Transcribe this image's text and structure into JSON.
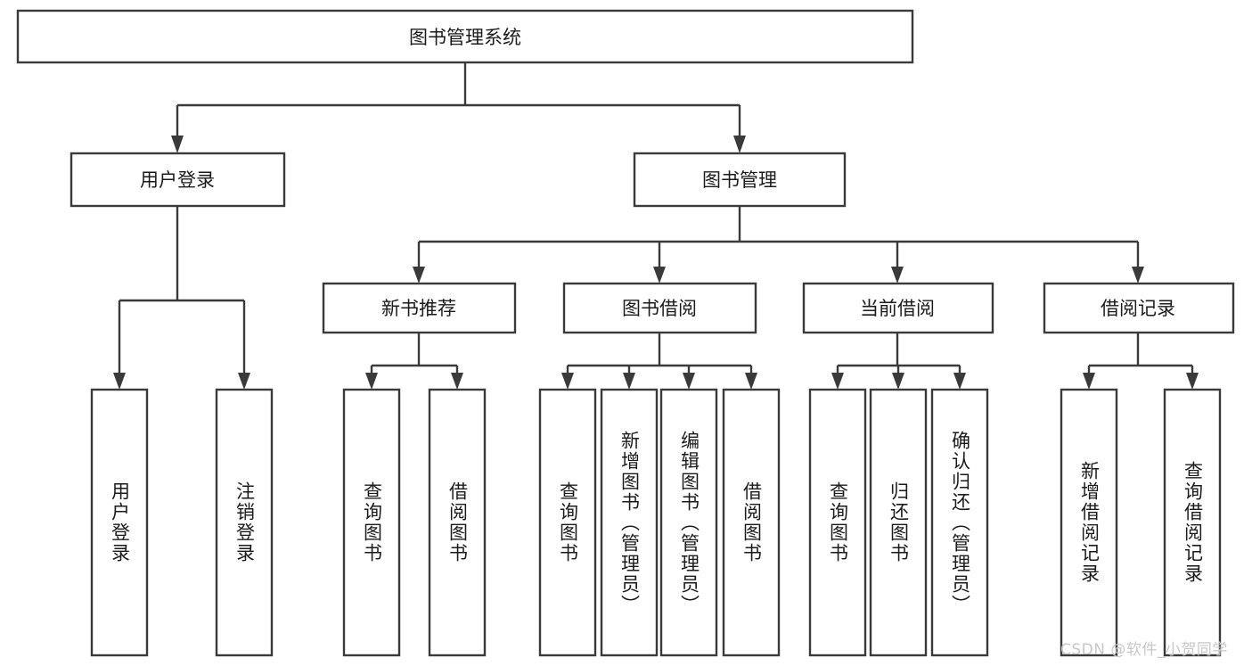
{
  "diagram": {
    "type": "tree-hierarchy-chart",
    "title": "图书管理系统",
    "colors": {
      "box_stroke": "#3a3a3a",
      "box_fill": "#ffffff",
      "text": "#1b1b1b",
      "background": "#ffffff",
      "watermark": "#c7c7c7"
    },
    "root": {
      "label": "图书管理系统",
      "orientation": "horizontal"
    },
    "level2": [
      {
        "id": "user-login",
        "label": "用户登录",
        "orientation": "horizontal"
      },
      {
        "id": "book-management",
        "label": "图书管理",
        "orientation": "horizontal"
      }
    ],
    "level3": [
      {
        "id": "new-book-recommend",
        "label": "新书推荐",
        "orientation": "horizontal",
        "parent": "book-management"
      },
      {
        "id": "book-borrow",
        "label": "图书借阅",
        "orientation": "horizontal",
        "parent": "book-management"
      },
      {
        "id": "current-borrow",
        "label": "当前借阅",
        "orientation": "horizontal",
        "parent": "book-management"
      },
      {
        "id": "borrow-record",
        "label": "借阅记录",
        "orientation": "horizontal",
        "parent": "book-management"
      }
    ],
    "leaves": [
      {
        "id": "leaf-user-login",
        "label": "用户登录",
        "orientation": "vertical",
        "parent": "user-login"
      },
      {
        "id": "leaf-logout-login",
        "label": "注销登录",
        "orientation": "vertical",
        "parent": "user-login"
      },
      {
        "id": "leaf-query-book-1",
        "label": "查询图书",
        "orientation": "vertical",
        "parent": "new-book-recommend"
      },
      {
        "id": "leaf-borrow-book-1",
        "label": "借阅图书",
        "orientation": "vertical",
        "parent": "new-book-recommend"
      },
      {
        "id": "leaf-query-book-2",
        "label": "查询图书",
        "orientation": "vertical",
        "parent": "book-borrow"
      },
      {
        "id": "leaf-add-book",
        "label": "新增图书（管理员）",
        "orientation": "vertical",
        "parent": "book-borrow"
      },
      {
        "id": "leaf-edit-book",
        "label": "编辑图书（管理员）",
        "orientation": "vertical",
        "parent": "book-borrow"
      },
      {
        "id": "leaf-borrow-book-2",
        "label": "借阅图书",
        "orientation": "vertical",
        "parent": "book-borrow"
      },
      {
        "id": "leaf-query-book-3",
        "label": "查询图书",
        "orientation": "vertical",
        "parent": "current-borrow"
      },
      {
        "id": "leaf-return-book",
        "label": "归还图书",
        "orientation": "vertical",
        "parent": "current-borrow"
      },
      {
        "id": "leaf-confirm-return",
        "label": "确认归还（管理员）",
        "orientation": "vertical",
        "parent": "current-borrow"
      },
      {
        "id": "leaf-add-borrow-record",
        "label": "新增借阅记录",
        "orientation": "vertical",
        "parent": "borrow-record"
      },
      {
        "id": "leaf-query-borrow-record",
        "label": "查询借阅记录",
        "orientation": "vertical",
        "parent": "borrow-record"
      }
    ],
    "watermark": "CSDN @软件_小贺同学"
  }
}
